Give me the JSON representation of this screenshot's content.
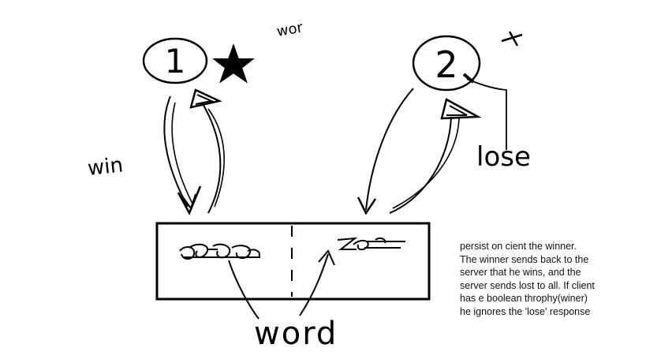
{
  "nodes": {
    "client_1": {
      "label": "1",
      "mark": "star-icon",
      "mark_label": "wor"
    },
    "client_2": {
      "label": "2",
      "mark": "cross-mark"
    }
  },
  "arrows": {
    "win_label": "win",
    "lose_label": "lose"
  },
  "server": {
    "word_label": "word"
  },
  "note": {
    "lines": [
      "persist on cient the winner.",
      "The winner sends back to the",
      "server that he wins, and the",
      "server sends lost to all. If client",
      "has e boolean throphy(winer)",
      "he ignores the 'lose' response"
    ]
  },
  "colors": {
    "ink": "#000000",
    "background": "#ffffff"
  }
}
